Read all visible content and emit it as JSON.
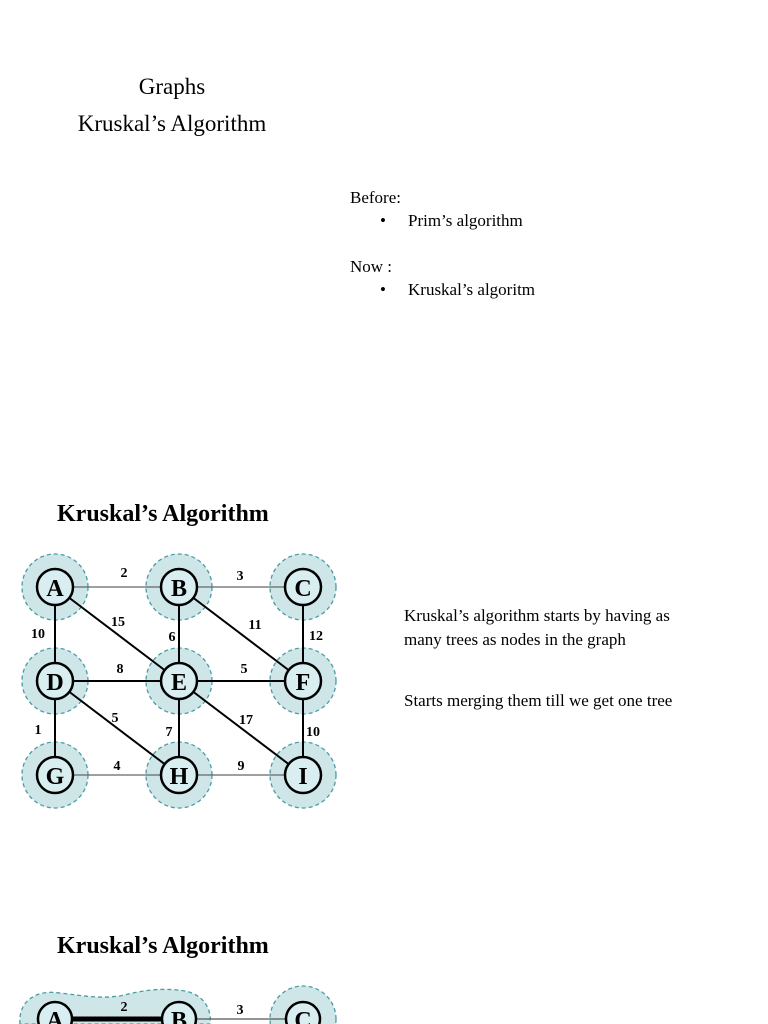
{
  "slide1": {
    "title_line1": "Graphs",
    "title_line2": "Kruskal’s Algorithm",
    "before_label": "Before:",
    "before_items": [
      "Prim’s algorithm"
    ],
    "now_label": "Now :",
    "now_items": [
      "Kruskal’s algoritm"
    ],
    "bullet": "•"
  },
  "slide2": {
    "heading": "Kruskal’s Algorithm",
    "desc_line1": "Kruskal’s algorithm starts by having as",
    "desc_line2": "many trees as nodes in the graph",
    "desc2": "Starts merging them  till we get one tree"
  },
  "slide3": {
    "heading": "Kruskal’s Algorithm"
  },
  "graph": {
    "nodes": [
      "A",
      "B",
      "C",
      "D",
      "E",
      "F",
      "G",
      "H",
      "I"
    ],
    "edges": [
      {
        "from": "A",
        "to": "B",
        "weight": "2"
      },
      {
        "from": "B",
        "to": "C",
        "weight": "3"
      },
      {
        "from": "A",
        "to": "D",
        "weight": "10"
      },
      {
        "from": "A",
        "to": "E",
        "weight": "15"
      },
      {
        "from": "B",
        "to": "E",
        "weight": "6"
      },
      {
        "from": "B",
        "to": "F",
        "weight": "11"
      },
      {
        "from": "C",
        "to": "F",
        "weight": "12"
      },
      {
        "from": "D",
        "to": "E",
        "weight": "8"
      },
      {
        "from": "E",
        "to": "F",
        "weight": "5"
      },
      {
        "from": "D",
        "to": "G",
        "weight": "1"
      },
      {
        "from": "D",
        "to": "H",
        "weight": "5"
      },
      {
        "from": "E",
        "to": "H",
        "weight": "7"
      },
      {
        "from": "E",
        "to": "I",
        "weight": "17"
      },
      {
        "from": "F",
        "to": "I",
        "weight": "10"
      },
      {
        "from": "G",
        "to": "H",
        "weight": "4"
      },
      {
        "from": "H",
        "to": "I",
        "weight": "9"
      }
    ],
    "node_fill": "#d9eef0",
    "halo_fill": "#cfe6e8",
    "halo_stroke": "#4a9ca3"
  }
}
